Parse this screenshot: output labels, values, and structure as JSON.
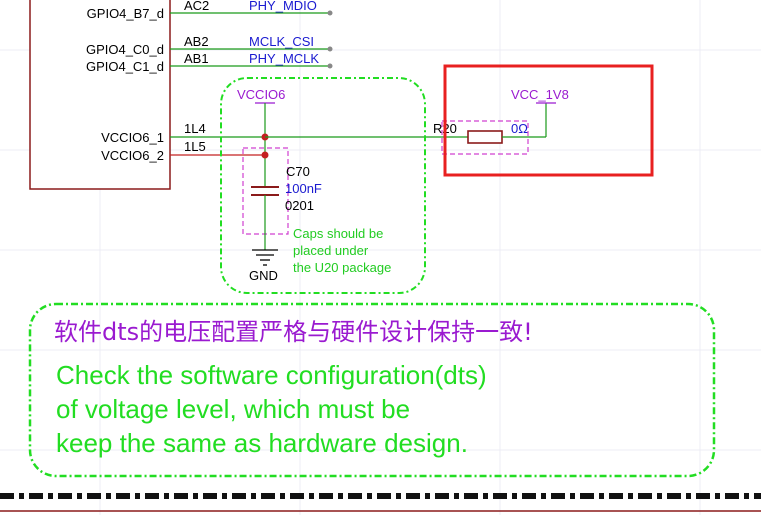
{
  "ic": {
    "pins": [
      {
        "name": "GPIO4_B7_d",
        "ball": "AC2",
        "net": "PHY_MDIO"
      },
      {
        "name": "GPIO4_C0_d",
        "ball": "AB2",
        "net": "MCLK_CSI"
      },
      {
        "name": "GPIO4_C1_d",
        "ball": "AB1",
        "net": "PHY_MCLK"
      },
      {
        "name": "VCCIO6_1",
        "ball": "1L4"
      },
      {
        "name": "VCCIO6_2",
        "ball": "1L5"
      }
    ]
  },
  "power": {
    "vccio6": "VCCIO6",
    "vcc_1v8": "VCC_1V8",
    "gnd": "GND"
  },
  "resistor": {
    "ref": "R20",
    "value": "0Ω"
  },
  "capacitor": {
    "ref": "C70",
    "value": "100nF",
    "package": "0201"
  },
  "cap_note": [
    "Caps should be",
    "placed under",
    "the U20 package"
  ],
  "note": {
    "cn": "软件dts的电压配置严格与硬件设计保持一致!",
    "en": [
      "Check the software configuration(dts)",
      "of voltage level, which must be",
      "keep the same as hardware design."
    ]
  },
  "colors": {
    "wire": "#1a9a1a",
    "ic_border": "#8b1a1a",
    "net_label": "#1a1ad0",
    "power_label": "#9a1ad0",
    "note_border": "#22dd22",
    "highlight": "#e82020",
    "designator": "#d040d0"
  }
}
